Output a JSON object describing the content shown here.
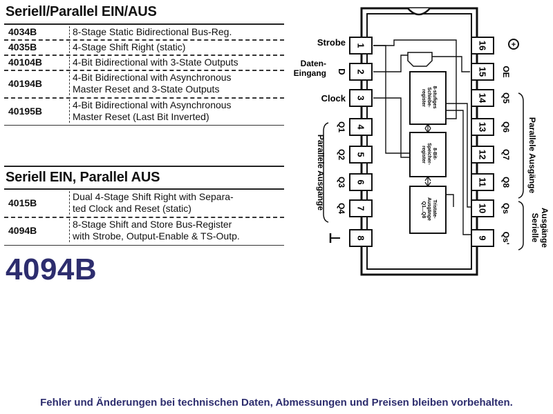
{
  "section1": {
    "title": "Seriell/Parallel EIN/AUS",
    "rows": [
      {
        "code": "4034B",
        "desc": [
          "8-Stage Static Bidirectional Bus-Reg."
        ]
      },
      {
        "code": "4035B",
        "desc": [
          "4-Stage Shift Right (static)"
        ]
      },
      {
        "code": "40104B",
        "desc": [
          "4-Bit Bidirectional with 3-State Outputs"
        ]
      },
      {
        "code": "40194B",
        "desc": [
          "4-Bit Bidirectional with Asynchronous",
          "Master Reset and 3-State Outputs"
        ]
      },
      {
        "code": "40195B",
        "desc": [
          "4-Bit Bidirectional with Asynchronous",
          "Master Reset (Last Bit Inverted)"
        ]
      }
    ]
  },
  "section2": {
    "title": "Seriell EIN, Parallel AUS",
    "rows": [
      {
        "code": "4015B",
        "desc": [
          "Dual 4-Stage Shift Right with Separa-",
          "ted Clock and Reset (static)"
        ]
      },
      {
        "code": "4094B",
        "desc": [
          "8-Stage Shift and Store Bus-Register",
          "with Strobe, Output-Enable & TS-Outp."
        ]
      }
    ]
  },
  "part_title": "4094B",
  "diagram": {
    "left_labels": {
      "strobe": "Strobe",
      "daten1": "Daten-",
      "daten2": "Eingang",
      "d": "D",
      "clock": "Clock"
    },
    "left_group_label": "Parallele Ausgänge",
    "right_group_label_1": "Parallele Ausgänge",
    "right_group_label_2a": "Serielle",
    "right_group_label_2b": "Ausgänge",
    "left_pins": [
      {
        "num": "1",
        "label": ""
      },
      {
        "num": "2",
        "label": ""
      },
      {
        "num": "3",
        "label": ""
      },
      {
        "num": "4",
        "label": "Q1"
      },
      {
        "num": "5",
        "label": "Q2"
      },
      {
        "num": "6",
        "label": "Q3"
      },
      {
        "num": "7",
        "label": "Q4"
      },
      {
        "num": "8",
        "label": ""
      }
    ],
    "right_pins": [
      {
        "num": "16",
        "label": ""
      },
      {
        "num": "15",
        "label": "OE"
      },
      {
        "num": "14",
        "label": "Q5"
      },
      {
        "num": "13",
        "label": "Q6"
      },
      {
        "num": "12",
        "label": "Q7"
      },
      {
        "num": "11",
        "label": "Q8"
      },
      {
        "num": "10",
        "label": "Qs"
      },
      {
        "num": "9",
        "label": "Qs'"
      }
    ],
    "block1": [
      "8-stufiges",
      "Schiebe-",
      "register"
    ],
    "block2": [
      "8-Bit-",
      "Speicher-",
      "register"
    ],
    "block3": [
      "Tristate-",
      "Ausgänge",
      "Q1...Q8"
    ],
    "vcc_symbol": "+"
  },
  "footer": "Fehler und Änderungen bei technischen Daten, Abmessungen und Preisen bleiben vorbehalten."
}
